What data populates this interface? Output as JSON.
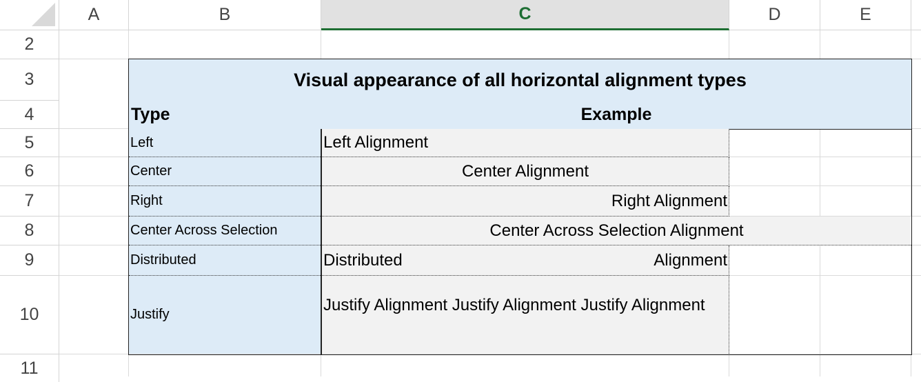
{
  "columns": [
    "A",
    "B",
    "C",
    "D",
    "E"
  ],
  "selected_column": "C",
  "rows": [
    "2",
    "3",
    "4",
    "5",
    "6",
    "7",
    "8",
    "9",
    "10",
    "11"
  ],
  "table": {
    "title": "Visual appearance of all horizontal alignment types",
    "header_type": "Type",
    "header_example": "Example",
    "entries": [
      {
        "type": "Left",
        "example": "Left Alignment"
      },
      {
        "type": "Center",
        "example": "Center Alignment"
      },
      {
        "type": "Right",
        "example": "Right Alignment"
      },
      {
        "type": "Center Across Selection",
        "example": "Center Across Selection Alignment"
      },
      {
        "type": "Distributed",
        "example_a": "Distributed",
        "example_b": "Alignment"
      },
      {
        "type": "Justify",
        "example": "Justify Alignment Justify Alignment Justify Alignment"
      }
    ]
  },
  "colors": {
    "header_fill": "#ddebf7",
    "example_fill": "#f2f2f2",
    "selected_col": "#1e6e33"
  }
}
